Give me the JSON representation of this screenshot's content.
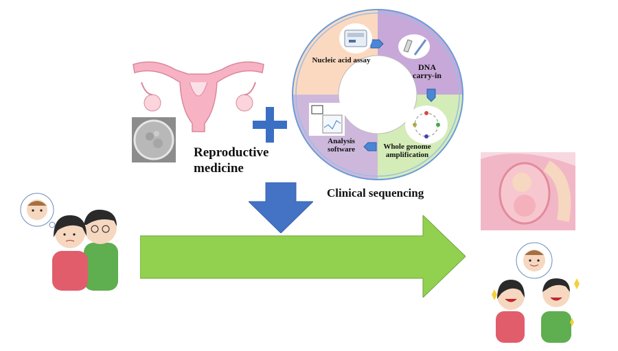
{
  "labels": {
    "reproductive_medicine": "Reproductive\nmedicine",
    "clinical_sequencing": "Clinical sequencing"
  },
  "cycle_steps": [
    {
      "label": "Nucleic acid assay"
    },
    {
      "label": "DNA\ncarry-in"
    },
    {
      "label": "Whole genome\namplification"
    },
    {
      "label": "Analysis\nsoftware"
    }
  ],
  "colors": {
    "plus": "#3a6fc4",
    "down_arrow": "#4472c4",
    "main_arrow": "#92d050",
    "quad_peach": "#fbd9c0",
    "quad_purple": "#c8a8d8",
    "quad_green": "#d4ecb8",
    "quad_lavender": "#cdb8dc",
    "ring_border": "#6b9bd8",
    "uterus": "#f4a6b8"
  },
  "icons": [
    "uterus-icon",
    "embryo-icon",
    "plus-icon",
    "sequencer-icon",
    "tube-icon",
    "cycle-diagram-icon",
    "monitor-icon",
    "thought-bubble-icon",
    "worried-couple-icon",
    "happy-couple-icon",
    "pregnancy-icon"
  ]
}
